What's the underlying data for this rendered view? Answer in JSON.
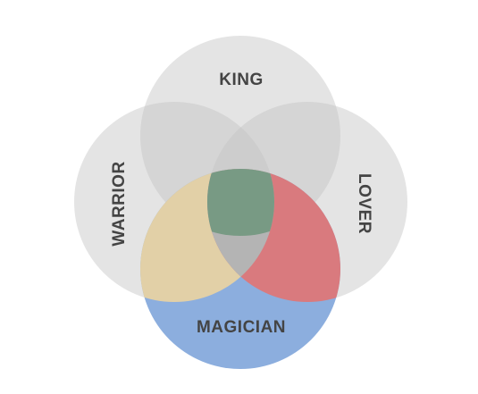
{
  "diagram": {
    "circles": {
      "king": {
        "label": "KING"
      },
      "warrior": {
        "label": "WARRIOR"
      },
      "lover": {
        "label": "LOVER"
      },
      "magician": {
        "label": "MAGICIAN"
      }
    },
    "colors": {
      "circle_fill": "#c4c4c4",
      "magician": "#8caede",
      "warrior_magician": "#e2d0a7",
      "lover_magician": "#d97a7e",
      "center": "#789a84",
      "label": "#444444"
    }
  }
}
